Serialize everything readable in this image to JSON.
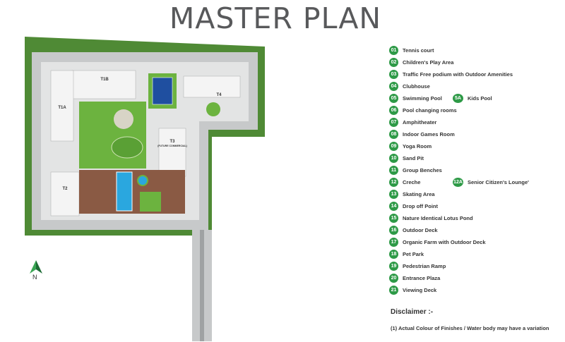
{
  "title": "MASTER PLAN",
  "plan": {
    "towers": {
      "t1b": "T1B",
      "t1a": "T1A",
      "t2": "T2",
      "t3": "T3",
      "t3_note": "(FUTURE COMMERCIAL)",
      "t4": "T4"
    },
    "north_label": "N"
  },
  "legend": [
    {
      "num": "01",
      "label": "Tennis court"
    },
    {
      "num": "02",
      "label": "Children's Play Area"
    },
    {
      "num": "03",
      "label": "Traffic Free podium with Outdoor Amenities"
    },
    {
      "num": "04",
      "label": "Clubhouse"
    },
    {
      "num": "05",
      "label": "Swimming Pool",
      "sub_num": "5A",
      "sub_label": "Kids Pool"
    },
    {
      "num": "06",
      "label": "Pool changing rooms"
    },
    {
      "num": "07",
      "label": "Amphitheater"
    },
    {
      "num": "08",
      "label": "Indoor Games Room"
    },
    {
      "num": "09",
      "label": "Yoga Room"
    },
    {
      "num": "10",
      "label": "Sand Pit"
    },
    {
      "num": "11",
      "label": "Group Benches"
    },
    {
      "num": "12",
      "label": "Creche",
      "sub_num": "12A",
      "sub_label": "Senior Citizen's Lounge'"
    },
    {
      "num": "13",
      "label": "Skating Area"
    },
    {
      "num": "14",
      "label": "Drop off Point"
    },
    {
      "num": "15",
      "label": "Nature Identical Lotus Pond"
    },
    {
      "num": "16",
      "label": "Outdoor Deck"
    },
    {
      "num": "17",
      "label": "Organic Farm with Outdoor Deck"
    },
    {
      "num": "18",
      "label": "Pet Park"
    },
    {
      "num": "19",
      "label": "Pedestrian Ramp"
    },
    {
      "num": "20",
      "label": "Entrance Plaza"
    },
    {
      "num": "21",
      "label": "Viewing Deck"
    }
  ],
  "disclaimer": {
    "heading": "Disclaimer :-",
    "text": "(1) Actual Colour of Finishes / Water body may have a variation"
  },
  "colors": {
    "badge": "#2e9a47",
    "title": "#58595b",
    "road": "#bfc1c2",
    "lawn": "#6cb33f",
    "pool": "#2aa7df",
    "tennis": "#1f4fa0",
    "deck": "#8a5a44"
  }
}
